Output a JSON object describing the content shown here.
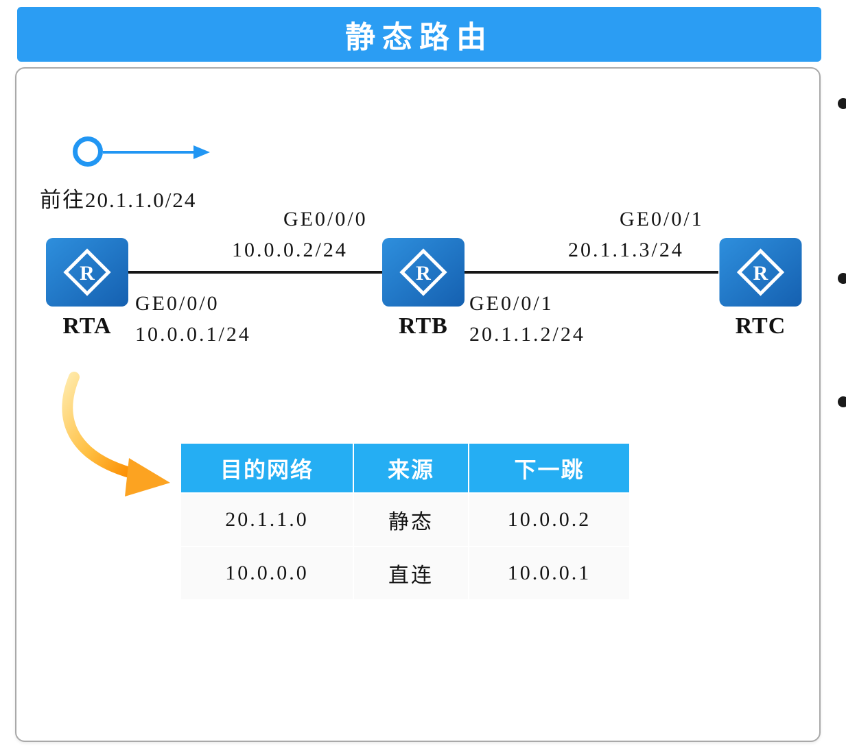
{
  "title": "静态路由",
  "legend": {
    "caption": "前往20.1.1.0/24"
  },
  "diagram": {
    "router_letter": "R",
    "routers": {
      "rta": "RTA",
      "rtb": "RTB",
      "rtc": "RTC"
    },
    "link_rta_rtb": {
      "iface": "GE0/0/0",
      "ip": "10.0.0.2/24"
    },
    "link_rtb_rtc": {
      "iface": "GE0/0/1",
      "ip": "20.1.1.3/24"
    },
    "rta_iface": {
      "iface": "GE0/0/0",
      "ip": "10.0.0.1/24"
    },
    "rtb_iface": {
      "iface": "GE0/0/1",
      "ip": "20.1.1.2/24"
    }
  },
  "routing_table": {
    "headers": [
      "目的网络",
      "来源",
      "下一跳"
    ],
    "rows": [
      {
        "dest": "20.1.1.0",
        "source": "静态",
        "next_hop": "10.0.0.2"
      },
      {
        "dest": "10.0.0.0",
        "source": "直连",
        "next_hop": "10.0.0.1"
      }
    ]
  },
  "colors": {
    "title_bar_blue": "#2b9df3",
    "table_header_blue": "#25aef3",
    "router_blue": "#1a6fc4",
    "static_route_red": "#e23c30",
    "legend_arrow_blue": "#2196f3",
    "swoosh_orange": "#fb8c00"
  }
}
